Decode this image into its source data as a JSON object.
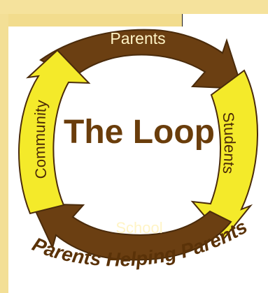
{
  "logo": {
    "title": "The Loop",
    "tagline": "Parents Helping Parents",
    "segments": [
      {
        "label": "Parents",
        "color": "#6b3f12"
      },
      {
        "label": "Students",
        "color": "#f4ea2a"
      },
      {
        "label": "School",
        "color": "#6b3f12"
      },
      {
        "label": "Community",
        "color": "#f4ea2a"
      }
    ]
  },
  "colors": {
    "background": "#f3df96",
    "brown": "#6b3f12",
    "yellow": "#f4ea2a",
    "outline": "#4a2b0b",
    "text": "#5a3208"
  }
}
